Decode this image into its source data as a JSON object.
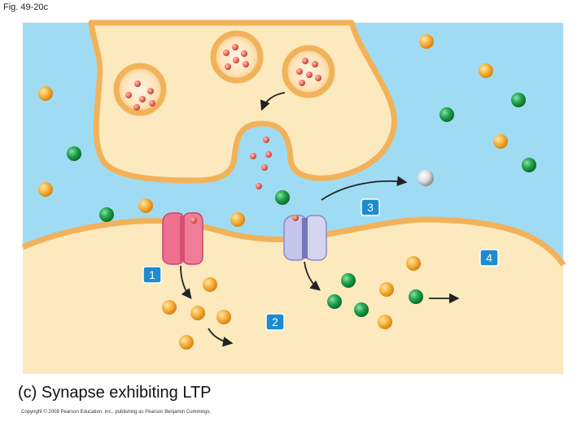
{
  "figure_label": "Fig. 49-20c",
  "caption": "(c) Synapse exhibiting LTP",
  "copyright": "Copyright © 2008 Pearson Education, Inc., publishing as Pearson Benjamin Cummings.",
  "steps": [
    "1",
    "2",
    "3",
    "4"
  ],
  "colors": {
    "extracellular": "#9fdcf4",
    "cytoplasm": "#fde9be",
    "membrane": "#f2b25a",
    "vesicle_fill": "#fad79a",
    "vesicle_inner": "#fdebd0",
    "neurotransmitter": "#ef6b5f",
    "calcium_ion": "#f5a623",
    "sodium_ion": "#1f9a46",
    "retrograde_messenger": "#d8d8d8",
    "receptor_pink": "#ee6f8e",
    "receptor_purple": "#b4b4e0",
    "step_badge": "#1c8bd0"
  }
}
